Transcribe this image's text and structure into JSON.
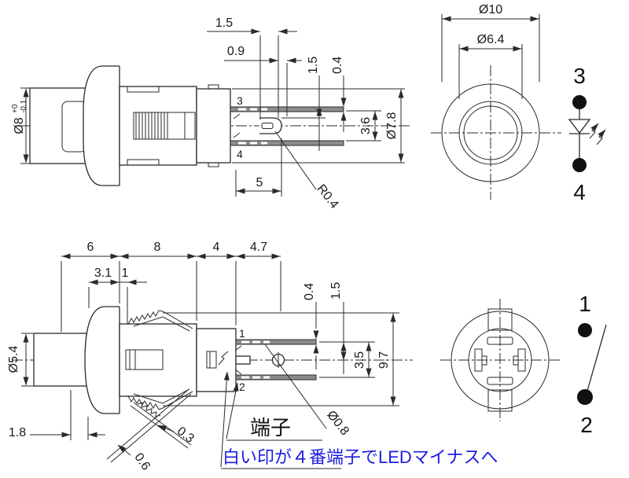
{
  "drawing_type": "technical-drawing-led-pushbutton",
  "colors": {
    "background": "#ffffff",
    "line": "#2a2a2a",
    "pin_fill": "#8c8c8c",
    "annotation_blue": "#1c1ce0"
  },
  "top_view": {
    "dim_1_5": "1.5",
    "dim_0_9": "0.9",
    "dim_1_5_v": "1.5",
    "dim_0_4": "0.4",
    "dim_3_6": "3.6",
    "dim_dia_7_8": "Ø7.8",
    "dim_5": "5",
    "dim_r_0_4": "R0.4",
    "dim_dia_8": "Ø8",
    "dim_dia_8_tol_upper": "+0",
    "dim_dia_8_tol_lower": "-0.1",
    "pin_3": "3",
    "pin_4": "4"
  },
  "front_view": {
    "dim_dia_10": "Ø10",
    "dim_dia_6_4": "Ø6.4"
  },
  "led_symbol": {
    "terminal_top": "3",
    "terminal_bottom": "4"
  },
  "bottom_view": {
    "dim_6": "6",
    "dim_8": "8",
    "dim_4": "4",
    "dim_4_7": "4.7",
    "dim_3_1": "3.1",
    "dim_1": "1",
    "dim_dia_5_4": "Ø5.4",
    "dim_1_8": "1.8",
    "dim_0_4": "0.4",
    "dim_1_5": "1.5",
    "dim_3_5": "3.5",
    "dim_9_7": "9.7",
    "dim_0_3": "0.3",
    "dim_0_6": "0.6",
    "dim_dia_0_8": "Ø0.8",
    "pin_1": "1",
    "pin_2": "2",
    "terminal_label": "端子"
  },
  "switch_symbol": {
    "terminal_top": "1",
    "terminal_bottom": "2"
  },
  "note": {
    "text": "白い印が４番端子でLEDマイナスへ"
  }
}
